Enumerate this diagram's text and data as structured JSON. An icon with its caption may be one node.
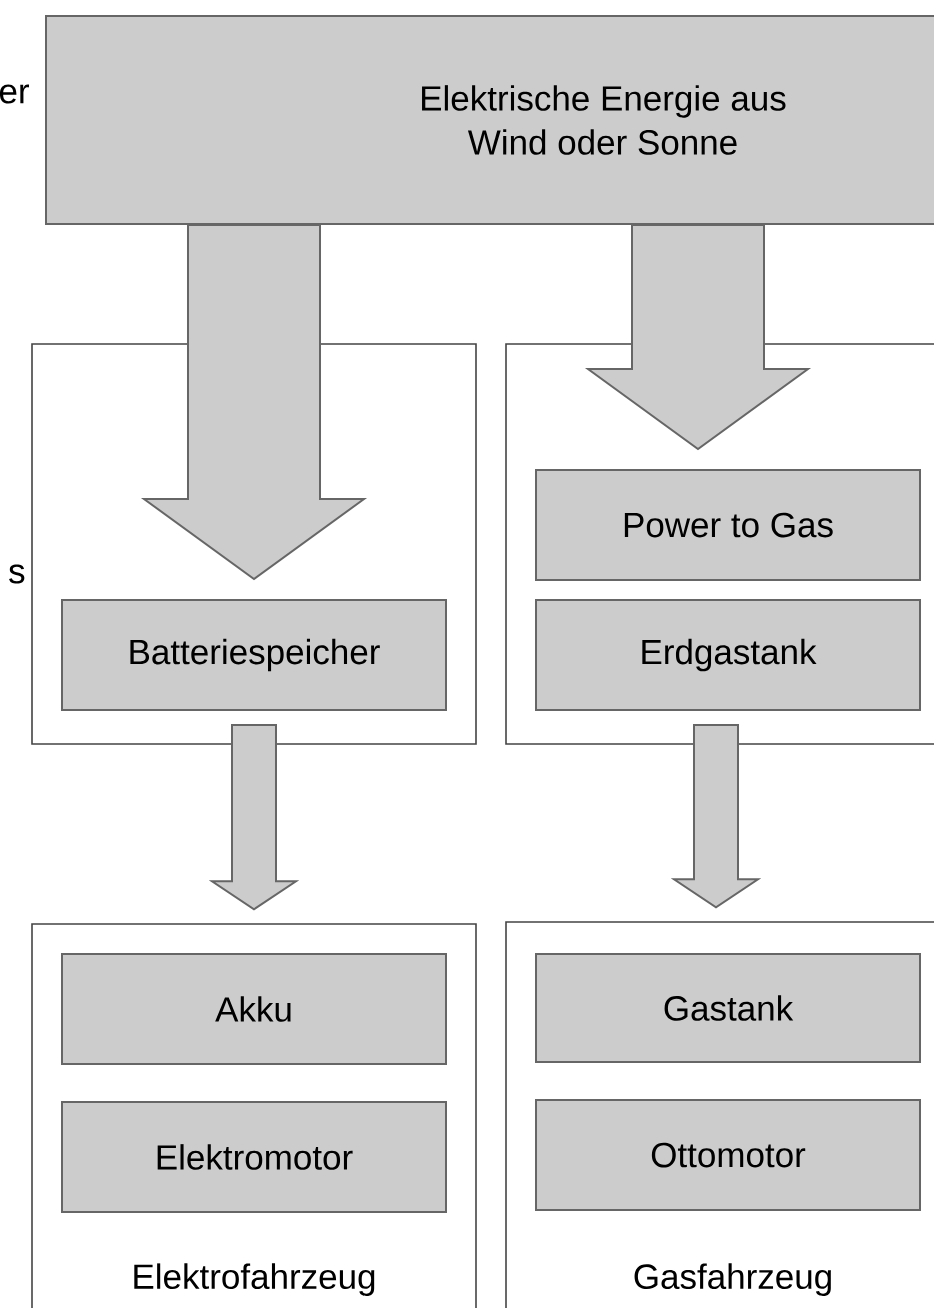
{
  "diagram": {
    "nodes": [
      {
        "text": [
          "Elektrische Energie aus Wind oder Sonne"
        ]
      },
      {
        "text": [],
        "shape": "box"
      },
      {
        "text": [
          "Batteriespeicher"
        ],
        "in": 1
      },
      {
        "text": [],
        "shape": "box"
      },
      {
        "text": [
          "Power to Gas"
        ],
        "in": 3
      },
      {
        "text": [
          "Erdgastank"
        ],
        "in": 3
      },
      {
        "text": [
          "Elektrofahrzeug"
        ]
      },
      {
        "text": [
          "Akku"
        ],
        "in": 6
      },
      {
        "text": [
          "Elektromotor"
        ],
        "in": 6
      },
      {
        "text": [
          "Gasfahrzeug"
        ]
      },
      {
        "text": [
          "Gastank"
        ],
        "in": 9
      },
      {
        "text": [
          "Ottomotor"
        ],
        "in": 9
      }
    ],
    "edges": [
      {
        "from": 0,
        "to": 2,
        "arrow": "to"
      },
      {
        "from": 0,
        "to": 4,
        "arrow": "to"
      },
      {
        "from": 2,
        "to": 6,
        "arrow": "to"
      },
      {
        "from": 5,
        "to": 9,
        "arrow": "to"
      }
    ],
    "labels": [
      "er",
      "s"
    ]
  }
}
